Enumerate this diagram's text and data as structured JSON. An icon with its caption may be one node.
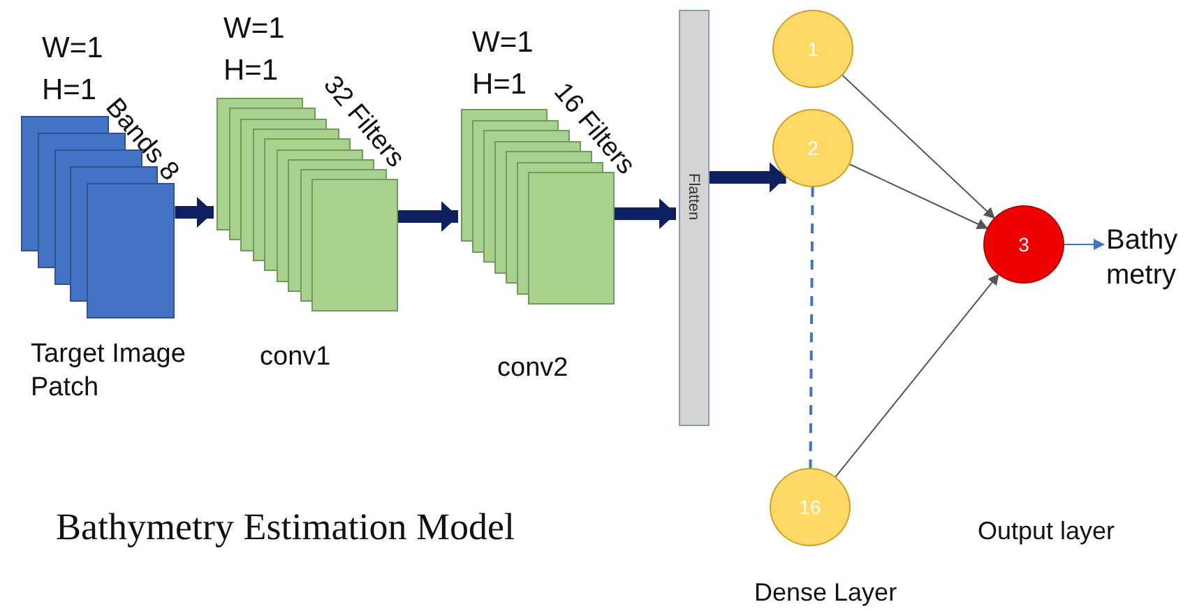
{
  "diagram": {
    "caption": "Bathymetry Estimation Model",
    "nodes": [
      {
        "text": [
          "Bands 8"
        ],
        "beside": [
          "W=1",
          "H=1",
          "Target Image Patch"
        ]
      },
      {
        "text": [
          "32 Filters"
        ],
        "beside": [
          "W=1",
          "H=1",
          "conv1"
        ]
      },
      {
        "text": [
          "16 Filters"
        ],
        "beside": [
          "W=1",
          "H=1",
          "conv2"
        ]
      },
      {
        "text": [
          "Flatten"
        ]
      },
      {
        "text": [
          "1"
        ]
      },
      {
        "text": [
          "2"
        ]
      },
      {
        "text": [
          "16"
        ]
      },
      {
        "text": [
          "3"
        ]
      },
      {
        "text": [
          "Bathy metry"
        ]
      }
    ],
    "edges": [
      {
        "from": 0,
        "to": 1,
        "arrow": "to",
        "style": "thick",
        "color": "#0f2060"
      },
      {
        "from": 1,
        "to": 2,
        "arrow": "to",
        "style": "thick",
        "color": "#0f2060"
      },
      {
        "from": 2,
        "to": 3,
        "arrow": "to",
        "style": "thick",
        "color": "#0f2060"
      },
      {
        "from": 3,
        "to": 5,
        "arrow": "to",
        "style": "thick",
        "color": "#0f2060"
      },
      {
        "from": 4,
        "to": 7,
        "arrow": "to"
      },
      {
        "from": 5,
        "to": 7,
        "arrow": "to"
      },
      {
        "from": 6,
        "to": 7,
        "arrow": "to"
      },
      {
        "from": 5,
        "to": 6,
        "arrow": "none",
        "style": "dashed",
        "color": "#4472c4"
      },
      {
        "from": 7,
        "to": 8,
        "arrow": "to",
        "color": "#4472c4"
      }
    ],
    "labels": [
      "Output layer",
      "Dense Layer"
    ]
  }
}
